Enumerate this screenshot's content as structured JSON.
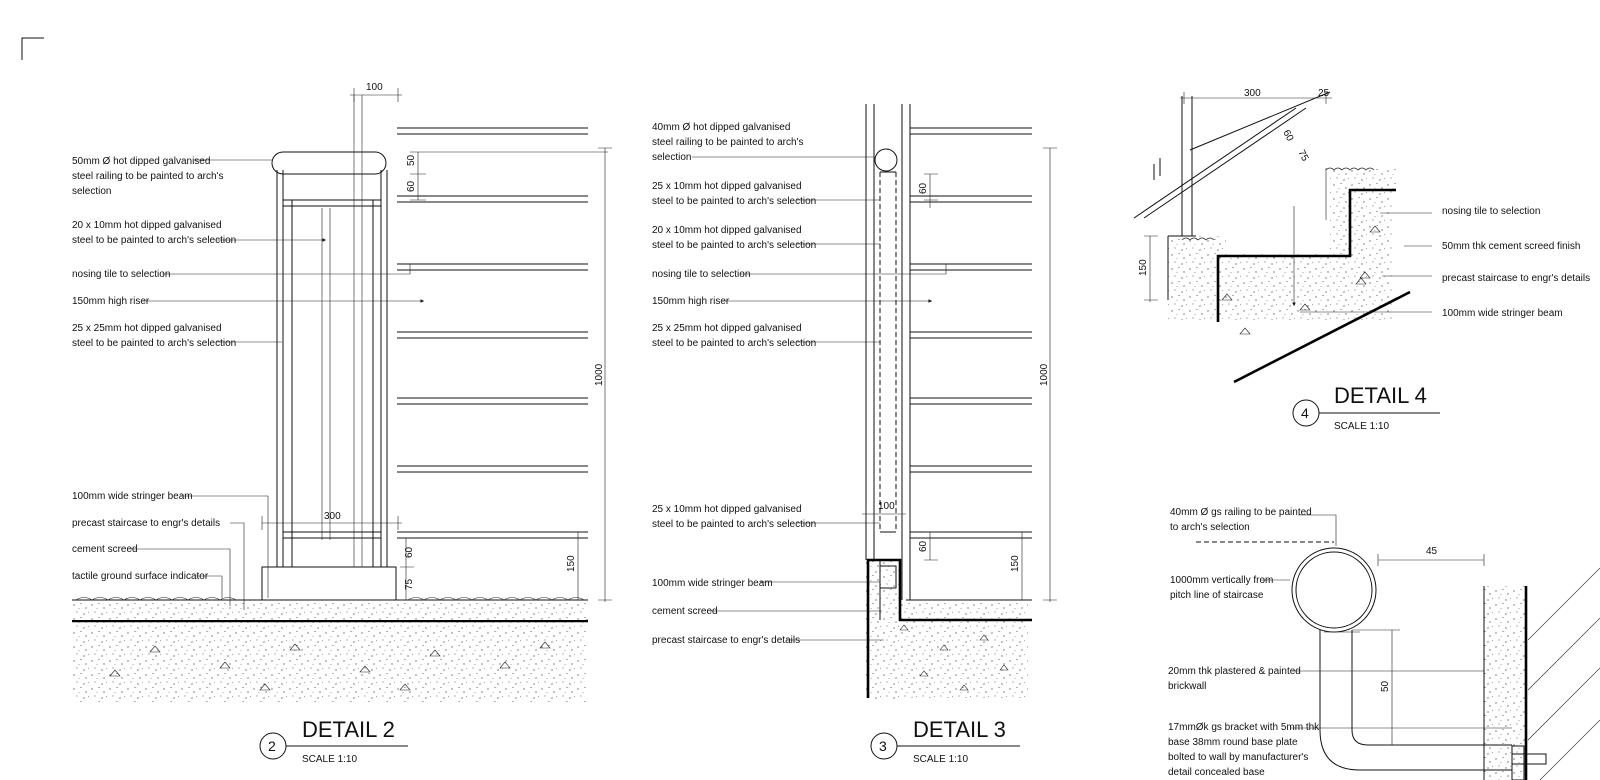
{
  "detail2": {
    "title": "DETAIL 2",
    "number": "2",
    "scale": "SCALE 1:10",
    "labels": [
      [
        "50mm Ø hot dipped galvanised",
        "steel railing to be painted to arch's",
        "selection"
      ],
      [
        "20 x 10mm hot dipped galvanised",
        "steel to be painted to arch's selection"
      ],
      [
        "nosing tile to selection"
      ],
      [
        "150mm high riser"
      ],
      [
        "25 x 25mm hot dipped galvanised",
        "steel to be painted to arch's selection"
      ],
      [
        "100mm wide stringer beam"
      ],
      [
        "precast staircase to engr's details"
      ],
      [
        "cement screed"
      ],
      [
        "tactile ground surface indicator"
      ]
    ],
    "dims": {
      "top_width": "100",
      "rail_50": "50",
      "rail_60": "60",
      "total_height": "1000",
      "base_width": "300",
      "base_60": "60",
      "base_75": "75",
      "riser_150": "150"
    }
  },
  "detail3": {
    "title": "DETAIL 3",
    "number": "3",
    "scale": "SCALE 1:10",
    "labels": [
      [
        "40mm Ø hot dipped galvanised",
        "steel railing to be painted to arch's",
        "selection"
      ],
      [
        "25 x 10mm hot dipped galvanised",
        "steel to be painted to arch's selection"
      ],
      [
        "20 x 10mm hot dipped galvanised",
        "steel to be painted to arch's selection"
      ],
      [
        "nosing tile to selection"
      ],
      [
        "150mm high riser"
      ],
      [
        "25 x 25mm hot dipped galvanised",
        "steel to be painted to arch's selection"
      ],
      [
        "25 x 10mm hot dipped galvanised",
        "steel to be painted to arch's selection"
      ],
      [
        "100mm wide stringer beam"
      ],
      [
        "cement screed"
      ],
      [
        "precast staircase to engr's details"
      ]
    ],
    "dims": {
      "top_60": "60",
      "total_height": "1000",
      "base_width": "100",
      "base_60": "60",
      "riser_150": "150"
    }
  },
  "detail4": {
    "title": "DETAIL 4",
    "number": "4",
    "scale": "SCALE 1:10",
    "labels": [
      [
        "nosing tile to selection"
      ],
      [
        "50mm thk cement screed finish"
      ],
      [
        "precast staircase to engr's details"
      ],
      [
        "100mm wide stringer beam"
      ]
    ],
    "dims": {
      "tread": "300",
      "nosing": "25",
      "d60": "60",
      "d75": "75",
      "riser": "150"
    }
  },
  "bracket_detail": {
    "labels": [
      [
        "40mm Ø gs railing to be painted",
        "to arch's selection"
      ],
      [
        "1000mm vertically from",
        "pitch line of staircase"
      ],
      [
        "20mm thk plastered & painted",
        "brickwall"
      ],
      [
        "17mmØk gs bracket with 5mm thk",
        "base 38mm round base plate",
        "bolted to wall by manufacturer's",
        "detail concealed base"
      ]
    ],
    "dims": {
      "clearance": "45",
      "bracket": "50"
    }
  }
}
